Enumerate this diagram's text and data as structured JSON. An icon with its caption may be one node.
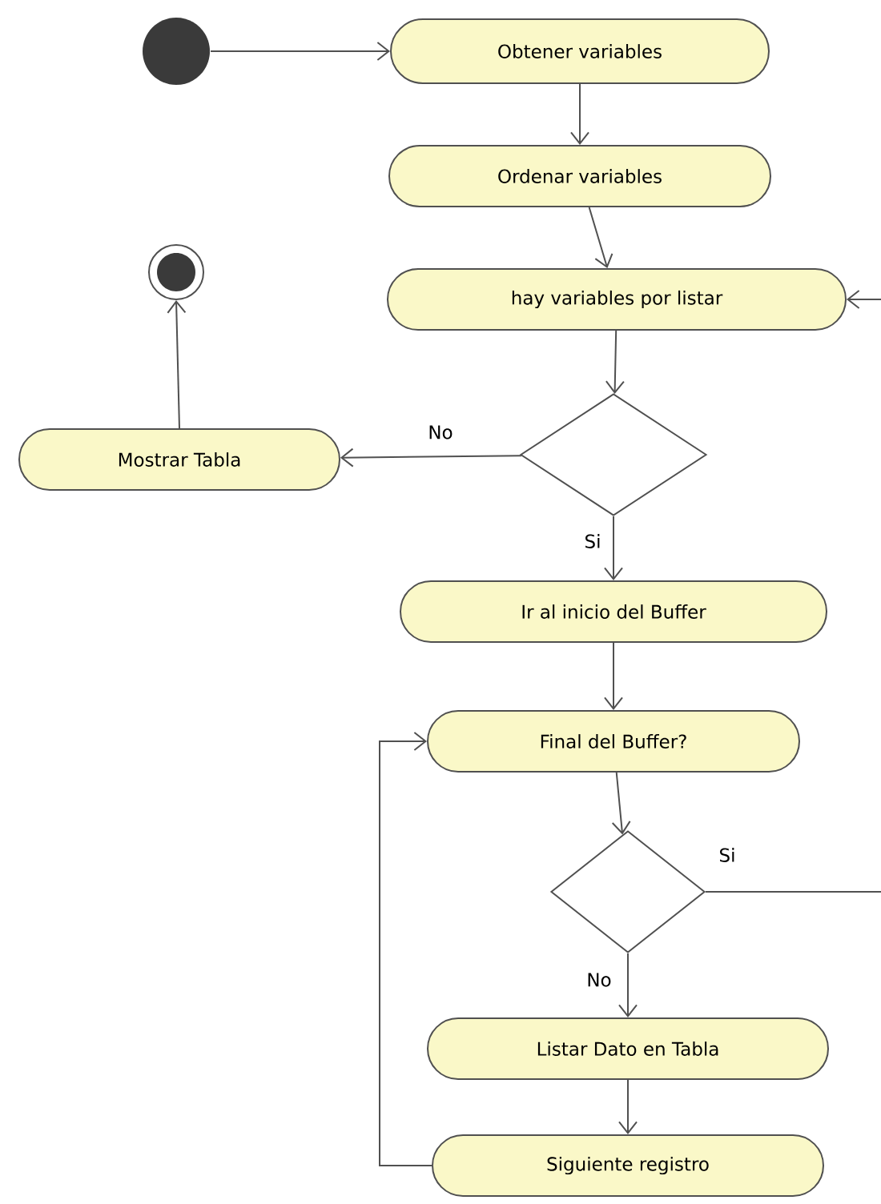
{
  "diagram": {
    "nodes": [
      {
        "text": [],
        "shape": "circle"
      },
      {
        "text": [
          "Obtener variables"
        ]
      },
      {
        "text": [
          "Ordenar variables"
        ]
      },
      {
        "text": [],
        "shape": "circle"
      },
      {
        "text": [
          "hay variables por listar"
        ]
      },
      {
        "text": [
          "Mostrar Tabla"
        ]
      },
      {
        "text": [],
        "shape": "diamond"
      },
      {
        "text": [
          "Ir al inicio del Buffer"
        ]
      },
      {
        "text": [
          "Final del Buffer?"
        ]
      },
      {
        "text": [],
        "shape": "diamond"
      },
      {
        "text": [
          "Listar Dato en Tabla"
        ]
      },
      {
        "text": [
          "Siguiente registro"
        ]
      }
    ],
    "edges": [
      {
        "from": 0,
        "to": 1,
        "arrow": "to"
      },
      {
        "from": 1,
        "to": 2,
        "arrow": "to"
      },
      {
        "from": 2,
        "to": 4,
        "arrow": "to"
      },
      {
        "from": null,
        "to": 4,
        "arrow": "to"
      },
      {
        "from": 4,
        "to": 6,
        "arrow": "to"
      },
      {
        "from": 6,
        "to": 5,
        "arrow": "to",
        "label": "No"
      },
      {
        "from": 5,
        "to": 3,
        "arrow": "to"
      },
      {
        "from": 6,
        "to": 7,
        "arrow": "to",
        "label": "Si"
      },
      {
        "from": 7,
        "to": 8,
        "arrow": "to"
      },
      {
        "from": 8,
        "to": 9,
        "arrow": "to"
      },
      {
        "from": 9,
        "to": null,
        "arrow": "none",
        "label": "Si"
      },
      {
        "from": 9,
        "to": 10,
        "arrow": "to",
        "label": "No"
      },
      {
        "from": 10,
        "to": 11,
        "arrow": "to"
      },
      {
        "from": 11,
        "to": 8,
        "arrow": "to"
      }
    ]
  }
}
